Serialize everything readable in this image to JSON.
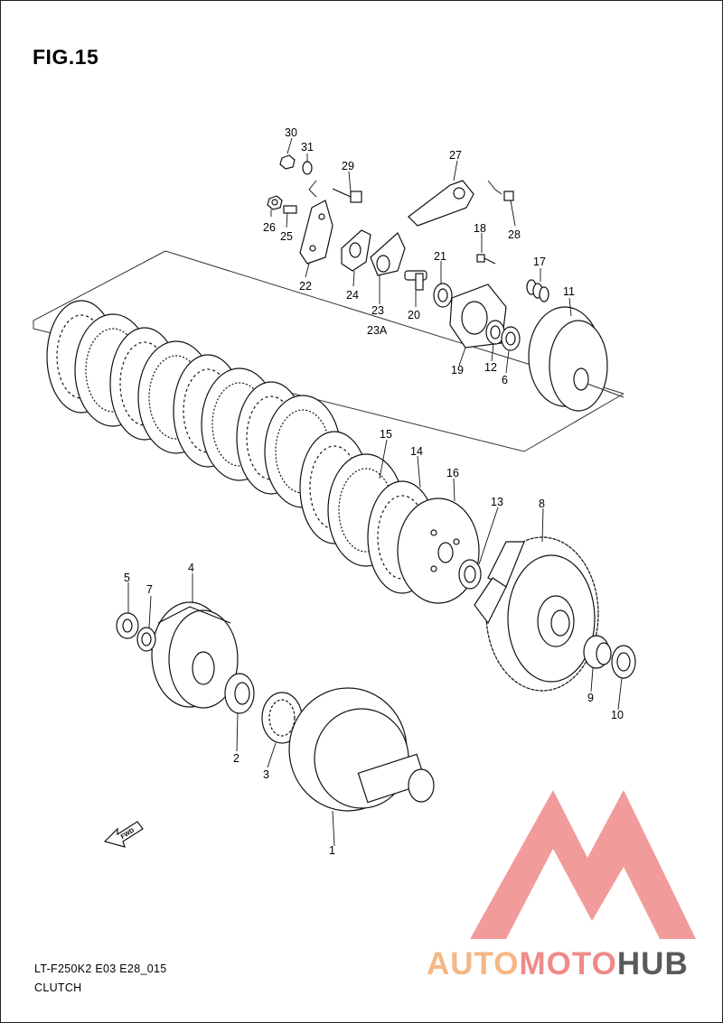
{
  "figure": {
    "title": "FIG.15"
  },
  "footer": {
    "model_code": "LT-F250K2 E03 E28_015",
    "section": "CLUTCH"
  },
  "fwd_arrow": {
    "label": "FWD"
  },
  "watermark": {
    "part1": "AUTO",
    "part2": "MOTO",
    "part3": "HUB",
    "color_primary": "#f5b784",
    "color_secondary": "#f08a8a",
    "color_dark": "#5a5a5a"
  },
  "callouts": {
    "p1": "1",
    "p2": "2",
    "p3": "3",
    "p4": "4",
    "p5": "5",
    "p6": "6",
    "p7": "7",
    "p8": "8",
    "p9": "9",
    "p10": "10",
    "p11": "11",
    "p12": "12",
    "p13": "13",
    "p14": "14",
    "p15": "15",
    "p16": "16",
    "p17": "17",
    "p18": "18",
    "p19": "19",
    "p20": "20",
    "p21": "21",
    "p22": "22",
    "p23": "23",
    "p23a": "23A",
    "p24": "24",
    "p25": "25",
    "p26": "26",
    "p27": "27",
    "p28": "28",
    "p29": "29",
    "p30": "30",
    "p31": "31"
  }
}
